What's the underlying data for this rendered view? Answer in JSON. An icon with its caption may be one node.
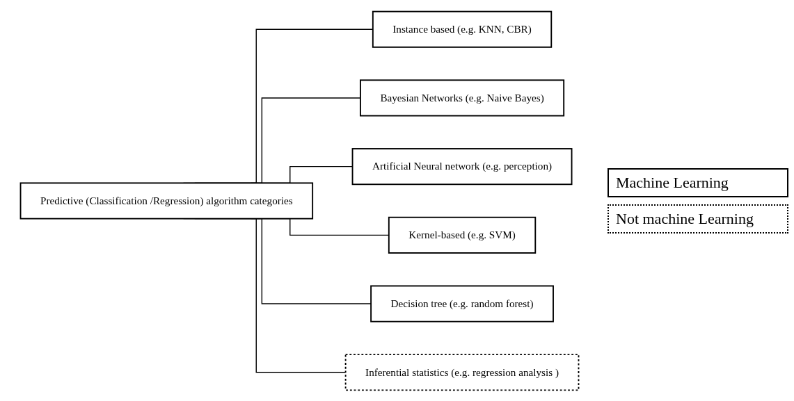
{
  "diagram": {
    "nodes": [
      {
        "text": [
          "Predictive (Classification /Regression) algorithm categories"
        ]
      },
      {
        "text": [
          "Instance based (e.g. KNN, CBR)"
        ]
      },
      {
        "text": [
          "Bayesian Networks (e.g. Naive Bayes)"
        ]
      },
      {
        "text": [
          "Artificial Neural network (e.g. perception)"
        ]
      },
      {
        "text": [
          "Kernel-based (e.g. SVM)"
        ]
      },
      {
        "text": [
          "Decision tree (e.g. random forest)"
        ]
      },
      {
        "text": [
          "Inferential statistics (e.g. regression analysis )"
        ]
      }
    ],
    "edges": [
      {
        "from": 0,
        "to": 1,
        "arrow": "none"
      },
      {
        "from": 0,
        "to": 2,
        "arrow": "none"
      },
      {
        "from": 0,
        "to": 3,
        "arrow": "none"
      },
      {
        "from": 0,
        "to": 4,
        "arrow": "none"
      },
      {
        "from": 0,
        "to": 5,
        "arrow": "none"
      },
      {
        "from": 0,
        "to": 6,
        "arrow": "none"
      }
    ],
    "legend": [
      {
        "text": "Machine Learning"
      },
      {
        "text": "Not machine Learning"
      }
    ]
  }
}
